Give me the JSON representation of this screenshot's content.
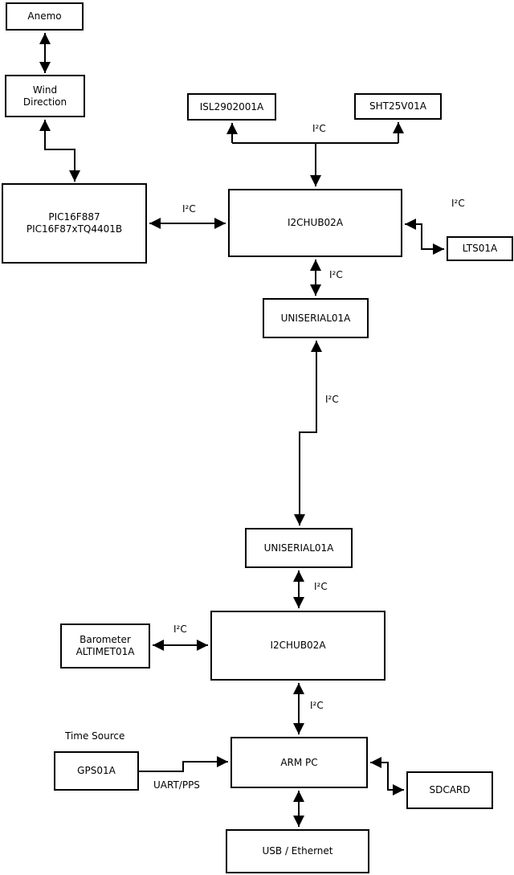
{
  "diagram": {
    "nodes": {
      "anemo": {
        "label": "Anemo"
      },
      "wind": {
        "line1": "Wind",
        "line2": "Direction"
      },
      "pic": {
        "line1": "PIC16F887",
        "line2": "PIC16F87xTQ4401B"
      },
      "isl": {
        "label": "ISL2902001A"
      },
      "sht": {
        "label": "SHT25V01A"
      },
      "hub1": {
        "label": "I2CHUB02A"
      },
      "lts": {
        "label": "LTS01A"
      },
      "uniserial1": {
        "label": "UNISERIAL01A"
      },
      "uniserial2": {
        "label": "UNISERIAL01A"
      },
      "hub2": {
        "label": "I2CHUB02A"
      },
      "barometer": {
        "line1": "Barometer",
        "line2": "ALTIMET01A"
      },
      "gps": {
        "label": "GPS01A"
      },
      "arm_pc": {
        "label": "ARM PC"
      },
      "sdcard": {
        "label": "SDCARD"
      },
      "usb": {
        "label": "USB / Ethernet"
      }
    },
    "labels": {
      "i2c": "I²C",
      "time_source": "Time Source",
      "uart_pps": "UART/PPS"
    },
    "colors": {
      "line": "#000000",
      "background": "#ffffff",
      "box_fill": "#ffffff"
    }
  }
}
